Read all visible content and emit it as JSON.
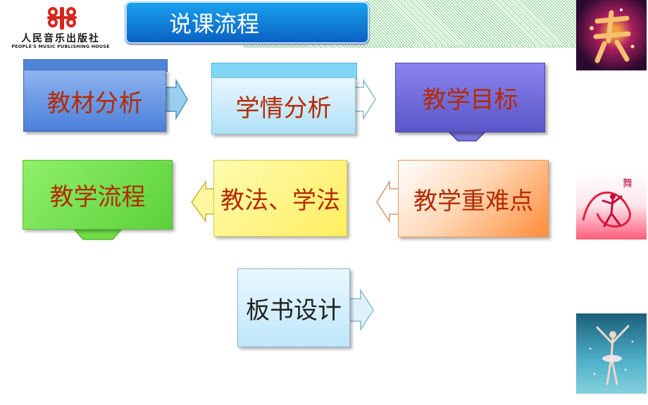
{
  "logo": {
    "name_cn": "人民音乐出版社",
    "name_en": "PEOPLE'S MUSIC PUBLISHING HOUSE",
    "emblem_color": "#d8261c"
  },
  "header": {
    "title": "说课流程",
    "title_color": "#ffffff",
    "bar_color": "#1690e8",
    "hatch_color": "#7fcf85"
  },
  "diagram": {
    "nodes": [
      {
        "id": "n1",
        "label": "教材分析",
        "color": "#5b8ee0"
      },
      {
        "id": "n2",
        "label": "学情分析",
        "color": "#c8ebfa"
      },
      {
        "id": "n3",
        "label": "教学目标",
        "color": "#6e69d8"
      },
      {
        "id": "n4",
        "label": "教学流程",
        "color": "#6fdc48"
      },
      {
        "id": "n5",
        "label": "教法、学法",
        "color": "#fff07a"
      },
      {
        "id": "n6",
        "label": "教学重难点",
        "color": "#ff9a4c"
      },
      {
        "id": "n7",
        "label": "板书设计",
        "color": "#d5f0fc"
      }
    ],
    "edges": [
      {
        "from": "n1",
        "to": "n2"
      },
      {
        "from": "n2",
        "to": "n3"
      },
      {
        "from": "n3",
        "to": "n6"
      },
      {
        "from": "n6",
        "to": "n5"
      },
      {
        "from": "n5",
        "to": "n4"
      },
      {
        "from": "n4",
        "to": "n7"
      }
    ],
    "label_color": "#b52a00"
  },
  "side_photos": [
    {
      "subject": "dance-calligraphy"
    },
    {
      "subject": "ribbon-dancer"
    },
    {
      "subject": "ballet-dancer"
    }
  ]
}
